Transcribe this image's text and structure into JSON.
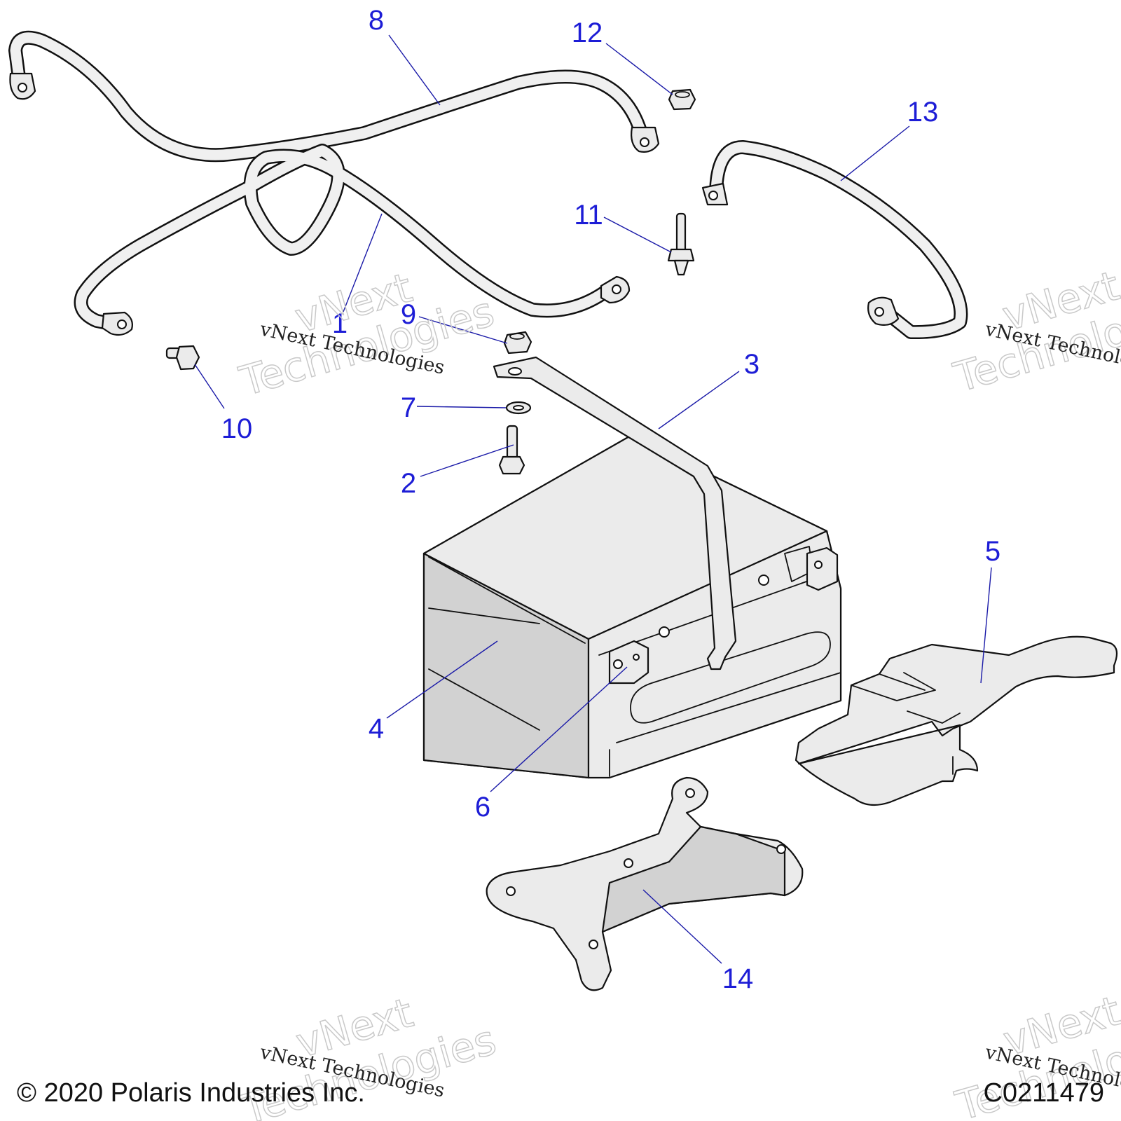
{
  "callouts": [
    {
      "id": "c1",
      "label": "1"
    },
    {
      "id": "c2",
      "label": "2"
    },
    {
      "id": "c3",
      "label": "3"
    },
    {
      "id": "c4",
      "label": "4"
    },
    {
      "id": "c5",
      "label": "5"
    },
    {
      "id": "c6",
      "label": "6"
    },
    {
      "id": "c7",
      "label": "7"
    },
    {
      "id": "c8",
      "label": "8"
    },
    {
      "id": "c9",
      "label": "9"
    },
    {
      "id": "c10",
      "label": "10"
    },
    {
      "id": "c11",
      "label": "11"
    },
    {
      "id": "c12",
      "label": "12"
    },
    {
      "id": "c13",
      "label": "13"
    },
    {
      "id": "c14",
      "label": "14"
    }
  ],
  "watermark": {
    "line1": "vNext Technologies",
    "line2": "vNext",
    "line3": "Technologies"
  },
  "footer": {
    "copyright": "© 2020 Polaris Industries Inc.",
    "drawing_id": "C0211479"
  }
}
